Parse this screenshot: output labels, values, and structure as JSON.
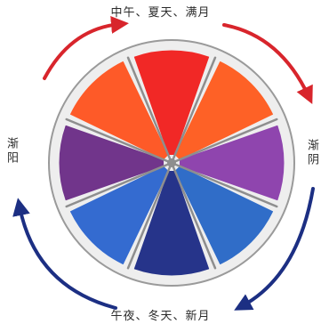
{
  "labels": {
    "top": "中午、夏天、满月",
    "bottom": "午夜、冬天、新月",
    "left": "渐阳",
    "right": "渐阴"
  },
  "colors": {
    "plate": "#eeeeee",
    "plate_edge": "#9a9a9a",
    "divider": "#8e8e8e",
    "arrow_red": "#d8252c",
    "arrow_blue": "#1c2f83"
  },
  "wheel": {
    "sectors": [
      {
        "name": "sector-top-red",
        "color": "#f21e1c"
      },
      {
        "name": "sector-upper-right-orange",
        "color": "#ff5a1c"
      },
      {
        "name": "sector-right-violet",
        "color": "#8a3cab"
      },
      {
        "name": "sector-lower-right-blue",
        "color": "#2667c7"
      },
      {
        "name": "sector-bottom-navy",
        "color": "#1c2b85"
      },
      {
        "name": "sector-lower-left-blue",
        "color": "#2b64cf"
      },
      {
        "name": "sector-left-purple",
        "color": "#6b2c86"
      },
      {
        "name": "sector-upper-left-orange",
        "color": "#ff531e"
      }
    ]
  }
}
